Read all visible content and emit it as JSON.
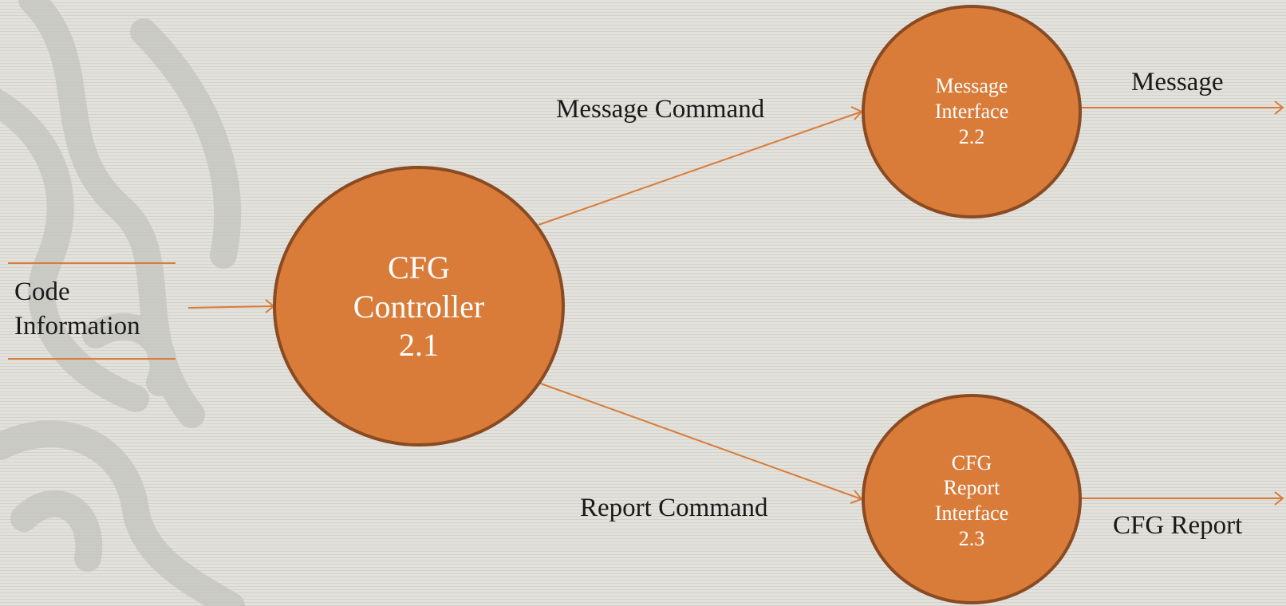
{
  "processes": [
    {
      "id": "cfg-controller",
      "lines": [
        "CFG",
        "Controller",
        "2.1"
      ]
    },
    {
      "id": "message-interface",
      "lines": [
        "Message",
        "Interface",
        "2.2"
      ]
    },
    {
      "id": "cfg-report-interface",
      "lines": [
        "CFG",
        "Report",
        "Interface",
        "2.3"
      ]
    }
  ],
  "data_store": {
    "lines": [
      "Code",
      "Information"
    ]
  },
  "flows": {
    "message_command": "Message Command",
    "report_command": "Report Command",
    "message": "Message",
    "cfg_report": "CFG Report"
  },
  "colors": {
    "bubble_fill": "#d97c3a",
    "bubble_stroke": "#8a4a22",
    "line": "#d97c3a",
    "text": "#1a1a1a",
    "bubble_text": "#ffffff"
  }
}
